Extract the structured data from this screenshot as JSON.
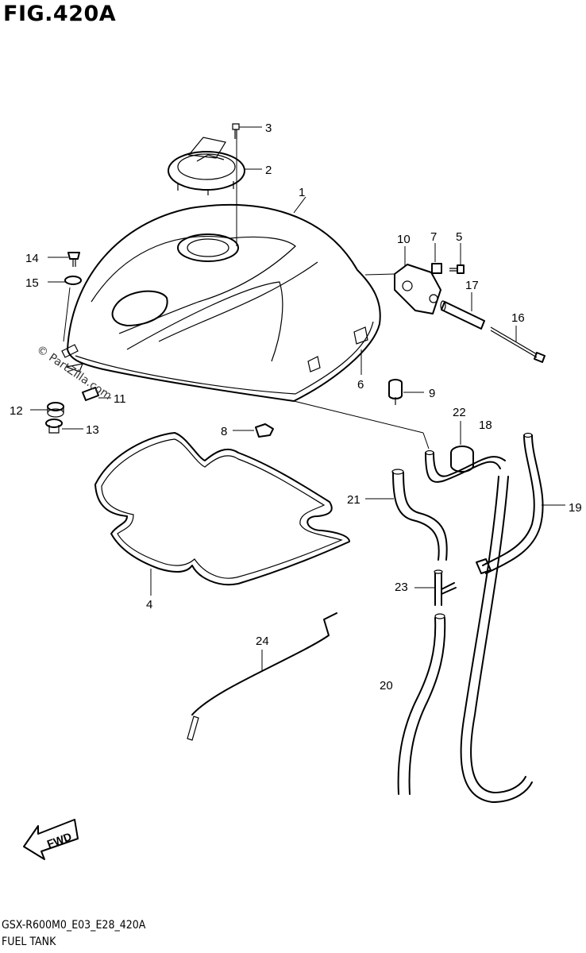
{
  "figure": {
    "title": "FIG.420A",
    "code": "GSX-R600M0_E03_E28_420A",
    "caption": "FUEL TANK",
    "watermark": "© PartZilla.com",
    "fwd_label": "FWD"
  },
  "callouts": {
    "c1": "1",
    "c2": "2",
    "c3": "3",
    "c4": "4",
    "c5": "5",
    "c6": "6",
    "c7": "7",
    "c8": "8",
    "c9": "9",
    "c10": "10",
    "c11": "11",
    "c12": "12",
    "c13": "13",
    "c14": "14",
    "c15": "15",
    "c16": "16",
    "c17": "17",
    "c18": "18",
    "c19": "19",
    "c20": "20",
    "c21": "21",
    "c22": "22",
    "c23": "23",
    "c24": "24"
  }
}
